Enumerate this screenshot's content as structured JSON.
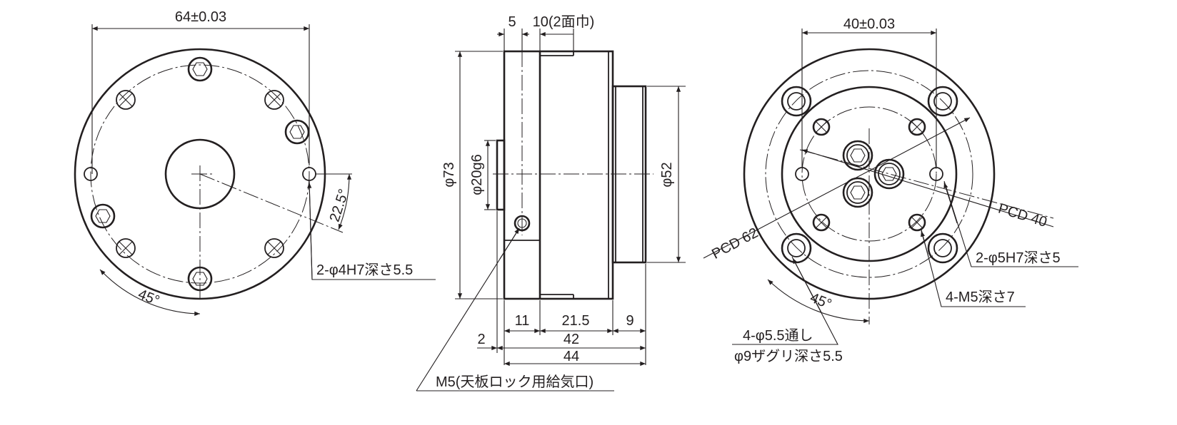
{
  "left_view": {
    "dim_width": "64±0.03",
    "dim_angle_pcd": "22.5°",
    "dim_angle_45": "45°",
    "hole_note": "2-φ4H7深さ5.5"
  },
  "side_view": {
    "dim_5": "5",
    "dim_10": "10(2面巾)",
    "dim_dia73": "φ73",
    "dim_dia20": "φ20g6",
    "dim_dia52": "φ52",
    "dim_11": "11",
    "dim_21_5": "21.5",
    "dim_9": "9",
    "dim_2": "2",
    "dim_42": "42",
    "dim_44": "44",
    "port_note": "M5(天板ロック用給気口)"
  },
  "right_view": {
    "dim_width": "40±0.03",
    "pcd62": "PCD 62",
    "pcd40": "PCD 40",
    "note_pin": "2-φ5H7深さ5",
    "note_tap": "4-M5深さ7",
    "dim_angle_45": "45°",
    "note_through": "4-φ5.5通し",
    "note_counterbore": "φ9ザグリ深さ5.5"
  }
}
